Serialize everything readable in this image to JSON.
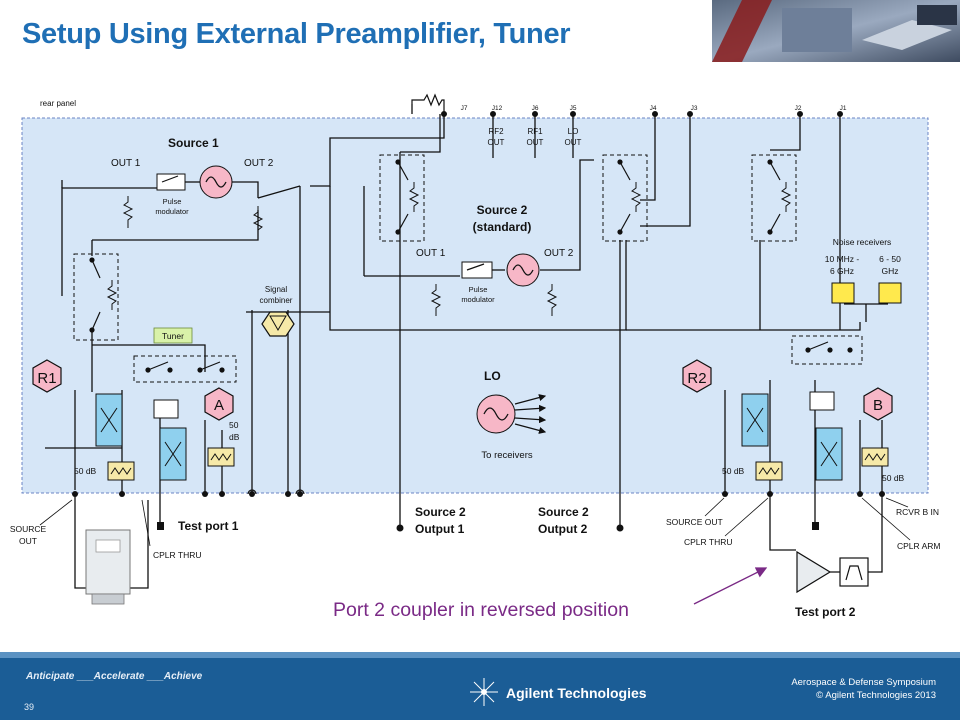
{
  "slide": {
    "title": "Setup Using External Preamplifier, Tuner",
    "number": "39"
  },
  "footer": {
    "tagline": "Anticipate ___Accelerate ___Achieve",
    "brand": "Agilent Technologies",
    "symposium_line1": "Aerospace & Defense Symposium",
    "symposium_line2": "© Agilent Technologies 2013"
  },
  "diagram": {
    "rear_panel": "rear panel",
    "jacks": [
      "J7",
      "J12",
      "J6",
      "J5",
      "J4",
      "J3",
      "J2",
      "J1"
    ],
    "rf2_out": [
      "RF2",
      "OUT"
    ],
    "rf1_out": [
      "RF1",
      "OUT"
    ],
    "lo_out": [
      "LO",
      "OUT"
    ],
    "source1": {
      "title": "Source 1",
      "out1": "OUT 1",
      "out2": "OUT 2",
      "modulator": [
        "Pulse",
        "modulator"
      ]
    },
    "source2": {
      "title": [
        "Source 2",
        "(standard)"
      ],
      "out1": "OUT 1",
      "out2": "OUT 2",
      "modulator": [
        "Pulse",
        "modulator"
      ]
    },
    "signal_combiner": [
      "Signal",
      "combiner"
    ],
    "tuner": "Tuner",
    "lo": {
      "title": "LO",
      "caption": "To receivers"
    },
    "noise_receivers": {
      "title": "Noise receivers",
      "band1": [
        "10 MHz -",
        "6 GHz"
      ],
      "band2": [
        "6 - 50",
        "GHz"
      ]
    },
    "receivers": {
      "r1": "R1",
      "a": "A",
      "r2": "R2",
      "b": "B"
    },
    "attenuators": {
      "r1": "50 dB",
      "a": [
        "50",
        "dB"
      ],
      "r2": "50 dB",
      "b": "50 dB"
    },
    "ports": {
      "source_out_left": [
        "SOURCE",
        "OUT"
      ],
      "cplr_thru_left": "CPLR THRU",
      "test_port_1": "Test port 1",
      "source2_output1": [
        "Source 2",
        "Output 1"
      ],
      "source2_output2": [
        "Source 2",
        "Output 2"
      ],
      "source_out_right": "SOURCE OUT",
      "cplr_thru_right": "CPLR THRU",
      "rcvr_b_in": "RCVR B IN",
      "cplr_arm": "CPLR ARM",
      "test_port_2": "Test port 2"
    },
    "annotation": "Port 2 coupler in reversed position"
  },
  "colors": {
    "title": "#1f6fb5",
    "panel_fill": "#d6e6f7",
    "panel_border": "#6b84c4",
    "receiver_fill": "#f7b7c7",
    "coupler_fill": "#8fd0ee",
    "attenuator_fill": "#f6e9a8",
    "noise_receiver_fill": "#ffe94d",
    "annotation": "#7a2a86",
    "footer": "#1b5d96"
  }
}
